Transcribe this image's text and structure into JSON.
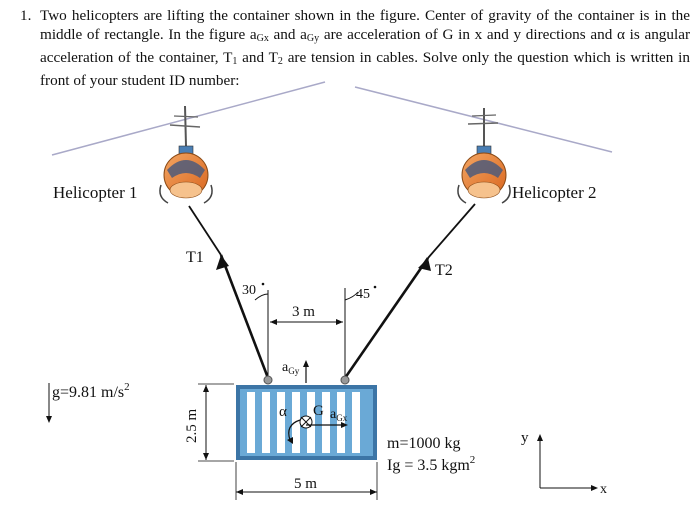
{
  "problem": {
    "number": "1.",
    "text_part1": "Two helicopters are lifting the container shown in the figure. Center of gravity of the container is in the middle of rectangle. In the figure a",
    "sub_gx": "Gx",
    "text_part2": " and a",
    "sub_gy": "Gy",
    "text_part3": " are acceleration of G in x and y directions and α is angular acceleration of the container, T",
    "sub_1": "1",
    "text_part4": " and T",
    "sub_2": "2",
    "text_part5": " are tension in cables. Solve only the question which is written in front of your student ID number:"
  },
  "figure": {
    "helicopter1_label": "Helicopter 1",
    "helicopter2_label": "Helicopter 2",
    "t1_label": "T1",
    "t2_label": "T2",
    "angle1_label": "30",
    "angle2_label": "45",
    "cable_spacing_label": "3 m",
    "gravity_label": "g=9.81 m/s",
    "gravity_sup": "2",
    "agy_label": "a",
    "agy_sub": "Gy",
    "agx_label": "a",
    "agx_sub": "Gx",
    "alpha_label": "α",
    "g_label": "G",
    "height_label": "2.5 m",
    "width_label": "5 m",
    "mass_label": "m=1000 kg",
    "inertia_label": "Ig = 3.5 kgm",
    "inertia_sup": "2",
    "axis_y_label": "y",
    "axis_x_label": "x"
  },
  "colors": {
    "container": "#6aa9d6",
    "container_frame": "#3c75a6",
    "helicopter_body": "#e8833a",
    "rotor": "#a9a9c8"
  }
}
